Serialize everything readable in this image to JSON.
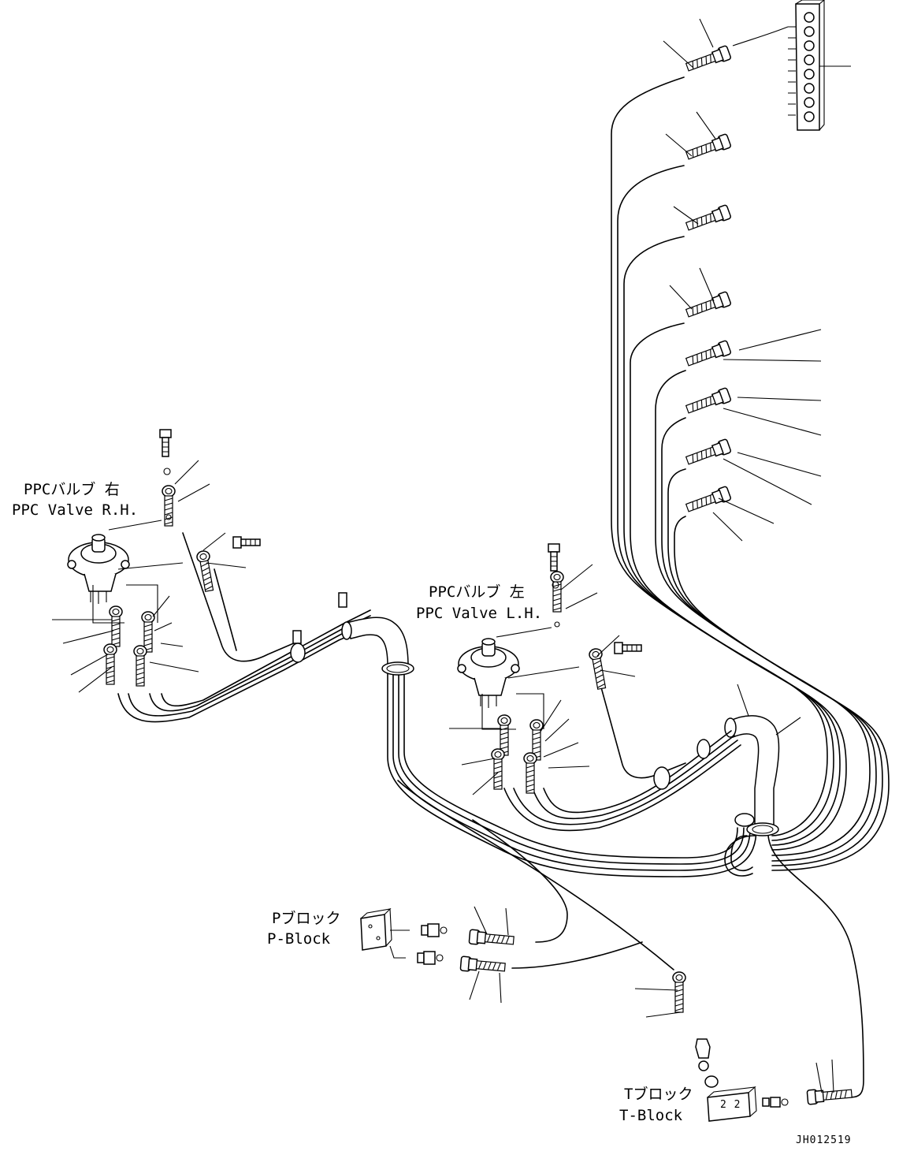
{
  "labels": {
    "ppc_rh_jp": "PPCバルブ 右",
    "ppc_rh_en": "PPC Valve R.H.",
    "ppc_lh_jp": "PPCバルブ 左",
    "ppc_lh_en": "PPC Valve L.H.",
    "pblock_jp": "Pブロック",
    "pblock_en": "P-Block",
    "tblock_jp": "Tブロック",
    "tblock_en": "T-Block",
    "tblock_ports": "2 2",
    "drawing_code": "JH012519"
  }
}
